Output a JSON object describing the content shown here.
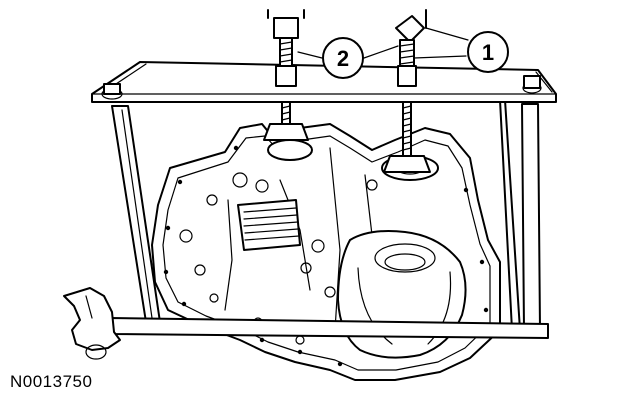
{
  "callouts": [
    {
      "label": "1"
    },
    {
      "label": "2"
    }
  ],
  "figure_id": "N0013750",
  "colors": {
    "ink": "#000000",
    "paper": "#ffffff"
  }
}
